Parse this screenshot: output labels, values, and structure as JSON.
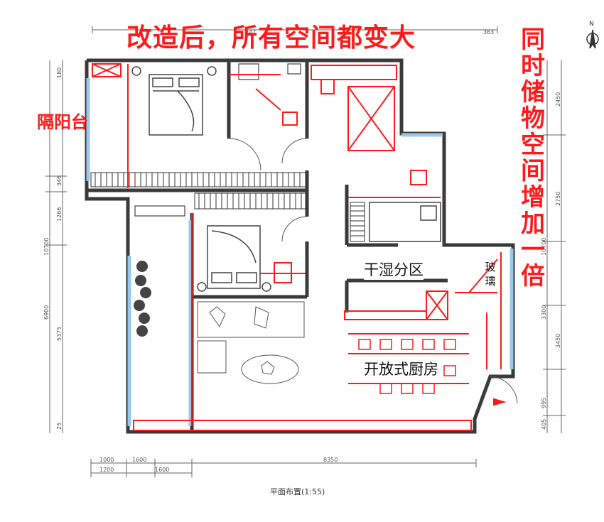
{
  "header": {
    "title": "改造后，所有空间都变大"
  },
  "side_note": {
    "text": "同时储物空间增加一倍"
  },
  "labels": {
    "balcony": "隔阳台",
    "dry_wet_zone": "干湿分区",
    "glass": "玻璃",
    "open_kitchen": "开放式厨房"
  },
  "caption": "平面布置(1:55)",
  "compass": {
    "north": "N"
  },
  "dimensions": {
    "top": [
      "447",
      "363"
    ],
    "left_outer": "10700",
    "left_segments": [
      "180",
      "346",
      "1266",
      "6900",
      "5375",
      "25"
    ],
    "right_segments": [
      "2450",
      "2750",
      "10700",
      "3300",
      "3450",
      "995",
      "405"
    ],
    "bottom_row1": [
      "1000",
      "1600",
      "8350"
    ],
    "bottom_row2": [
      "1200",
      "1600"
    ]
  },
  "colors": {
    "accent_red": "#ff1a1a",
    "wall": "#3a3a3a",
    "window": "#9cc8e8"
  }
}
